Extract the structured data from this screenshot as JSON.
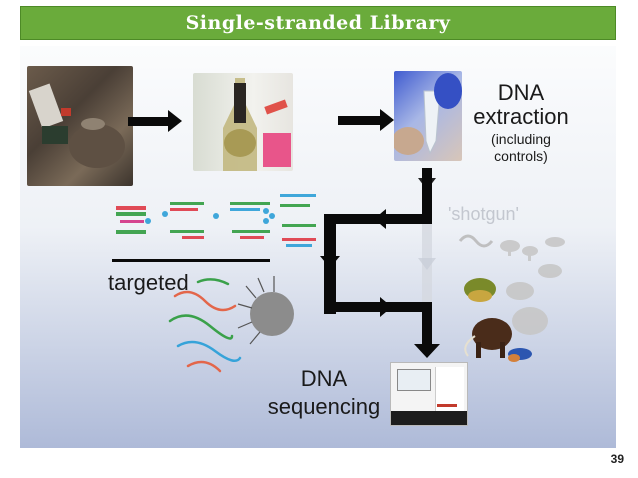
{
  "slide": {
    "title": "Single-stranded Library",
    "page_number": "39"
  },
  "figure": {
    "dna_extraction": [
      "DNA",
      "extraction",
      "(including",
      "controls)"
    ],
    "shotgun": "'shotgun'",
    "targeted": "targeted",
    "dna_sequencing": [
      "DNA",
      "sequencing"
    ]
  },
  "colors": {
    "title_bar": "#6aab3b",
    "arrow": "#0a0a0a"
  }
}
